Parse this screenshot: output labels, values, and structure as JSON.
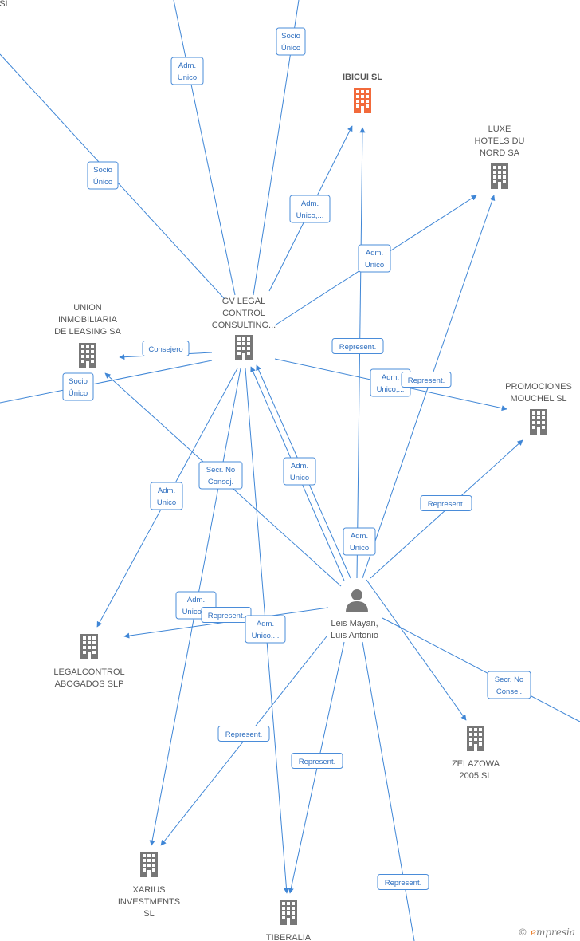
{
  "colors": {
    "edge": "#3f86d6",
    "company": "#777777",
    "highlight": "#f26a3b",
    "person": "#777777"
  },
  "nodes": {
    "tl_sl": {
      "label": [
        "SL"
      ],
      "icon": "none"
    },
    "ibicui": {
      "label": [
        "IBICUI  SL"
      ],
      "icon": "building-icon",
      "highlight": true
    },
    "luxe": {
      "label": [
        "LUXE",
        "HOTELS DU",
        "NORD SA"
      ],
      "icon": "building-icon"
    },
    "gv": {
      "label": [
        "GV LEGAL",
        "CONTROL",
        "CONSULTING..."
      ],
      "icon": "building-icon"
    },
    "union": {
      "label": [
        "UNION",
        "INMOBILIARIA",
        "DE LEASING SA"
      ],
      "icon": "building-icon"
    },
    "promociones": {
      "label": [
        "PROMOCIONES",
        "MOUCHEL  SL"
      ],
      "icon": "building-icon"
    },
    "leis": {
      "label": [
        "Leis Mayan,",
        "Luis Antonio"
      ],
      "icon": "person-icon"
    },
    "legalcontrol": {
      "label": [
        "LEGALCONTROL",
        "ABOGADOS  SLP"
      ],
      "icon": "building-icon"
    },
    "zelazowa": {
      "label": [
        "ZELAZOWA",
        "2005  SL"
      ],
      "icon": "building-icon"
    },
    "xarius": {
      "label": [
        "XARIUS",
        "INVESTMENTS",
        "SL"
      ],
      "icon": "building-icon"
    },
    "tiberalia": {
      "label": [
        "TIBERALIA"
      ],
      "icon": "building-icon"
    }
  },
  "edge_labels": {
    "adm_unico_top": [
      "Adm.",
      "Unico"
    ],
    "socio_unico_top": [
      "Socio",
      "Único"
    ],
    "socio_unico_left": [
      "Socio",
      "Único"
    ],
    "adm_unico_ibicui": [
      "Adm.",
      "Unico,..."
    ],
    "adm_unico_luxe": [
      "Adm.",
      "Unico"
    ],
    "represent_ibicui": [
      "Represent."
    ],
    "consejero": [
      "Consejero"
    ],
    "socio_unico_union": [
      "Socio",
      "Único"
    ],
    "adm_unico_promo": [
      "Adm.",
      "Unico,..."
    ],
    "represent_promo_a": [
      "Represent."
    ],
    "secr_no_consej_gv": [
      "Secr.  No",
      "Consej."
    ],
    "adm_unico_leis_gv": [
      "Adm.",
      "Unico"
    ],
    "adm_unico_leis_2": [
      "Adm.",
      "Unico"
    ],
    "represent_promo_b": [
      "Represent."
    ],
    "adm_unico_legal": [
      "Adm.",
      "Unico"
    ],
    "adm_unico_legal2": [
      "Adm.",
      "Unico,..."
    ],
    "represent_legal": [
      "Represent."
    ],
    "adm_unico_tib": [
      "Adm.",
      "Unico,..."
    ],
    "secr_no_consej_right": [
      "Secr.  No",
      "Consej."
    ],
    "represent_xarius": [
      "Represent."
    ],
    "represent_tib": [
      "Represent."
    ],
    "represent_bottom": [
      "Represent."
    ]
  },
  "footer": {
    "copyright": "©",
    "brand_first": "e",
    "brand_rest": "mpresia"
  }
}
